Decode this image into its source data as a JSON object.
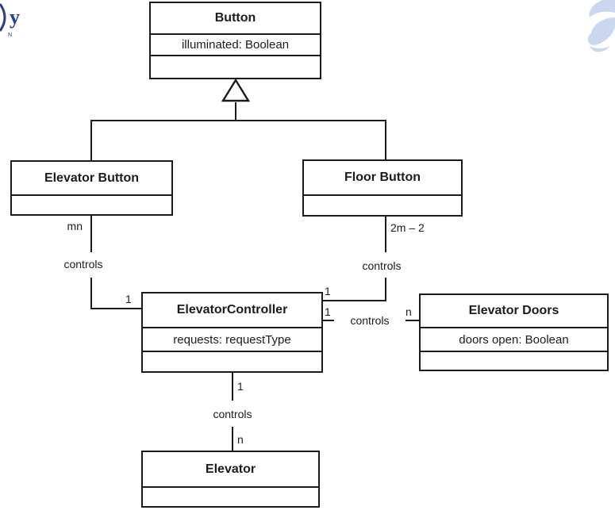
{
  "diagram": {
    "type": "uml-class-diagram",
    "classes": [
      {
        "id": "button",
        "name": "Button",
        "attribute": "illuminated: Boolean"
      },
      {
        "id": "elevator-button",
        "name": "Elevator Button",
        "attribute": ""
      },
      {
        "id": "floor-button",
        "name": "Floor Button",
        "attribute": ""
      },
      {
        "id": "elevator-controller",
        "name": "ElevatorController",
        "attribute": "requests: requestType"
      },
      {
        "id": "elevator-doors",
        "name": "Elevator Doors",
        "attribute": "doors open: Boolean"
      },
      {
        "id": "elevator",
        "name": "Elevator",
        "attribute": ""
      }
    ],
    "generalization": {
      "parent": "Button",
      "children": [
        "Elevator Button",
        "Floor Button"
      ]
    },
    "associations": [
      {
        "name": "elevator-button-to-controller",
        "label": "controls",
        "source_multiplicity": "mn",
        "target_multiplicity": "1"
      },
      {
        "name": "floor-button-to-controller",
        "label": "controls",
        "source_multiplicity": "2m – 2",
        "target_multiplicity": "1"
      },
      {
        "name": "controller-to-doors",
        "label": "controls",
        "source_multiplicity": "1",
        "target_multiplicity": "n"
      },
      {
        "name": "controller-to-elevator",
        "label": "controls",
        "source_multiplicity": "1",
        "target_multiplicity": "n"
      }
    ],
    "colors": {
      "line": "#1c1c1c",
      "background": "#ffffff",
      "swirl": "#c9d7ef",
      "logo": "#27408b"
    },
    "decorations": {
      "corner_logo_glyph": "y",
      "corner_logo_subtext": "N"
    }
  }
}
